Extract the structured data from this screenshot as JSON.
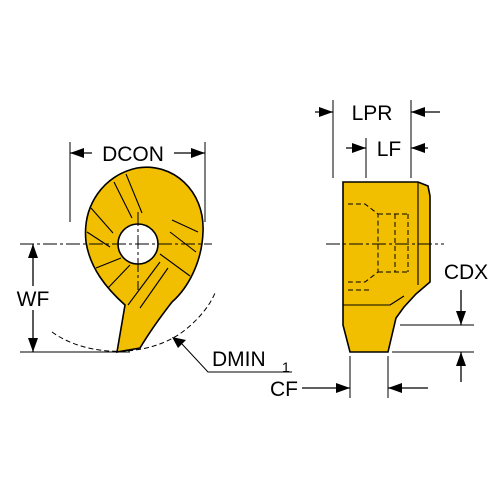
{
  "colors": {
    "insert_fill": "#f2bf00",
    "line": "#000000",
    "background": "#ffffff"
  },
  "labels": {
    "dcon": "DCON",
    "wf": "WF",
    "dmin_main": "DMIN",
    "dmin_sub": "1",
    "lpr": "LPR",
    "lf": "LF",
    "cdx": "CDX",
    "cf": "CF"
  }
}
